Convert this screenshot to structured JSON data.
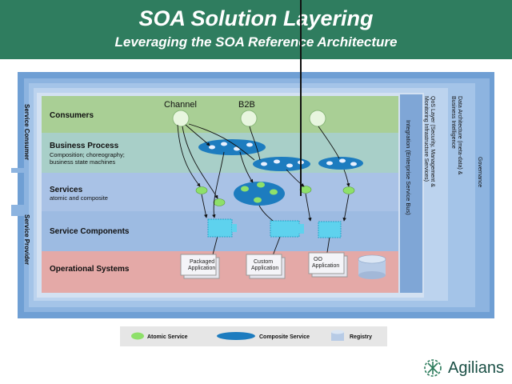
{
  "header": {
    "title": "SOA Solution Layering",
    "subtitle": "Leveraging the SOA Reference Architecture"
  },
  "layers": {
    "consumers": "Consumers",
    "business_process": "Business Process",
    "business_process_sub1": "Composition; choreography;",
    "business_process_sub2": "business state machines",
    "services": "Services",
    "services_sub": "atomic and composite",
    "service_components": "Service Components",
    "operational_systems": "Operational Systems"
  },
  "channel_labels": {
    "channel": "Channel",
    "b2b": "B2B"
  },
  "side_labels": {
    "service_consumer": "Service Consumer",
    "service_provider": "Service Provider"
  },
  "vertical_layers": {
    "integration": "Integration (Enterprise Service Bus)",
    "qos_line1": "QoS Layer (Security, Management &",
    "qos_line2": "Monitoring Infrastructure Services)",
    "data_line1": "Data Architecture (meta-data) &",
    "data_line2": "Business Intelligence",
    "governance": "Governance"
  },
  "applications": {
    "packaged_1": "Packaged",
    "packaged_2": "Application",
    "custom_1": "Custom",
    "custom_2": "Application",
    "oo_1": "OO",
    "oo_2": "Application"
  },
  "legend": {
    "atomic": "Atomic Service",
    "composite": "Composite Service",
    "registry": "Registry"
  },
  "logo": {
    "name": "Agilians"
  },
  "colors": {
    "header": "#2f7d5f",
    "consumers_band": "#a9cf95",
    "process_band": "#a8cfc8",
    "services_band": "#a9c2e6",
    "components_band": "#9dbbe2",
    "operational_band": "#e4a9a7",
    "atomic_service": "#8ee06a",
    "composite_service": "#1d7cbf",
    "registry": "#b7cbe6"
  }
}
